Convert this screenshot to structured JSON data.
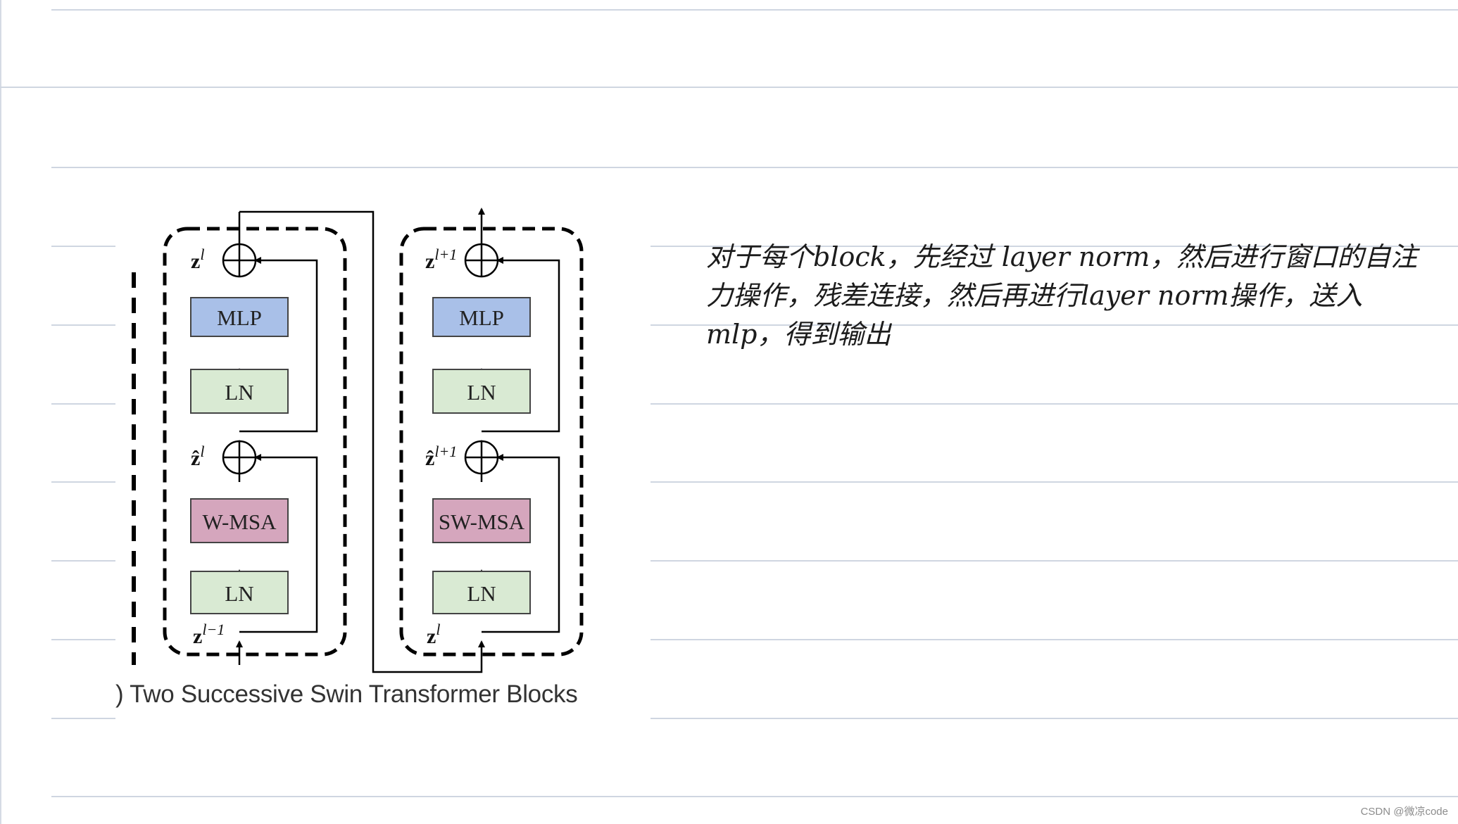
{
  "diagram": {
    "left_block": {
      "boxes": {
        "mlp": "MLP",
        "ln_top": "LN",
        "attn": "W-MSA",
        "ln_bottom": "LN"
      },
      "vars": {
        "out": {
          "base": "z",
          "sup": "l"
        },
        "mid": {
          "base": "ẑ",
          "sup": "l"
        },
        "in": {
          "base": "z",
          "sup": "l−1"
        }
      }
    },
    "right_block": {
      "boxes": {
        "mlp": "MLP",
        "ln_top": "LN",
        "attn": "SW-MSA",
        "ln_bottom": "LN"
      },
      "vars": {
        "out": {
          "base": "z",
          "sup": "l+1"
        },
        "mid": {
          "base": "ẑ",
          "sup": "l+1"
        },
        "in": {
          "base": "z",
          "sup": "l"
        }
      }
    },
    "caption": ") Two Successive Swin Transformer Blocks",
    "colors": {
      "mlp": "#a9c0e8",
      "ln": "#d9ead3",
      "attn": "#d5a6bd",
      "stroke": "#000000"
    }
  },
  "note": {
    "text": "对于每个block，先经过 layer norm，然后进行窗口的自注力操作，残差连接，然后再进行layer norm操作，送入mlp，得到输出"
  },
  "watermark": "CSDN @微凉code"
}
